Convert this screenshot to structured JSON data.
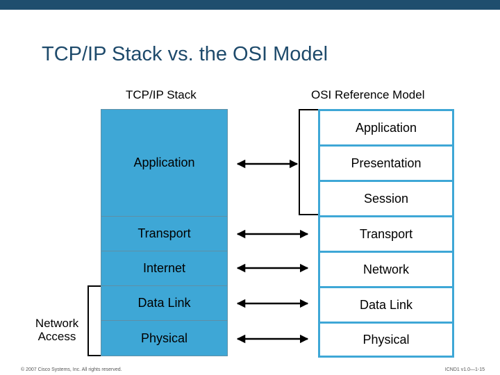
{
  "slide": {
    "title": "TCP/IP Stack vs. the OSI Model"
  },
  "tcpip": {
    "header": "TCP/IP Stack",
    "layers": [
      "Application",
      "Transport",
      "Internet",
      "Data Link",
      "Physical"
    ]
  },
  "osi": {
    "header": "OSI Reference Model",
    "layers": [
      "Application",
      "Presentation",
      "Session",
      "Transport",
      "Network",
      "Data Link",
      "Physical"
    ]
  },
  "network_access_label": "Network Access",
  "footer": {
    "copyright": "© 2007 Cisco Systems, Inc. All rights reserved.",
    "slide_ref": "ICND1 v1.0—1-15"
  },
  "colors": {
    "tcpip_fill": "#3ea7d6",
    "osi_border": "#3ea7d6",
    "title": "#1e4a6b",
    "top_bar": "#1f4e6e"
  }
}
